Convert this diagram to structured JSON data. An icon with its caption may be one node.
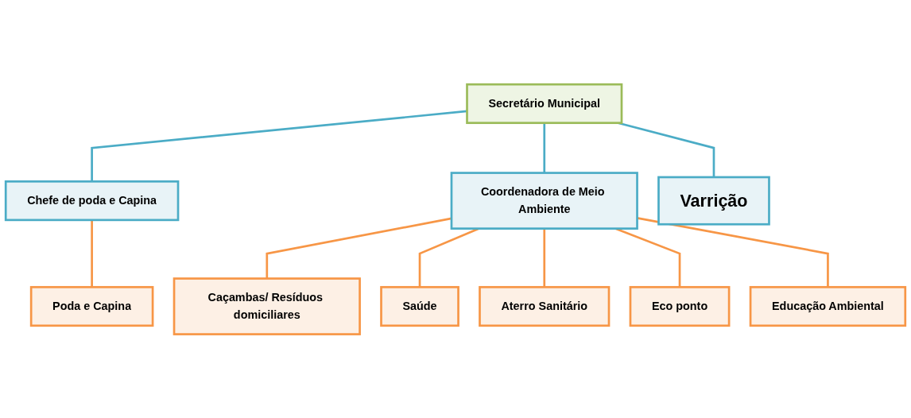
{
  "diagram": {
    "nodes": [
      {
        "text": [
          "Secretário Municipal"
        ]
      },
      {
        "text": [
          "Chefe de poda e Capina"
        ]
      },
      {
        "text": [
          "Coordenadora de Meio Ambiente"
        ]
      },
      {
        "text": [
          "Varrição"
        ]
      },
      {
        "text": [
          "Poda e Capina"
        ]
      },
      {
        "text": [
          "Caçambas/ Resíduos domiciliares"
        ]
      },
      {
        "text": [
          "Saúde"
        ]
      },
      {
        "text": [
          "Aterro Sanitário"
        ]
      },
      {
        "text": [
          "Eco ponto"
        ]
      },
      {
        "text": [
          "Educação Ambiental"
        ]
      }
    ],
    "edges": [
      {
        "from": 0,
        "to": 1,
        "arrow": "none",
        "color": "#4bacc6"
      },
      {
        "from": 0,
        "to": 2,
        "arrow": "none",
        "color": "#4bacc6"
      },
      {
        "from": 0,
        "to": 3,
        "arrow": "none",
        "color": "#4bacc6"
      },
      {
        "from": 1,
        "to": 4,
        "arrow": "none"
      },
      {
        "from": 2,
        "to": 5,
        "arrow": "none"
      },
      {
        "from": 2,
        "to": 6,
        "arrow": "none"
      },
      {
        "from": 2,
        "to": 7,
        "arrow": "none"
      },
      {
        "from": 2,
        "to": 8,
        "arrow": "none"
      },
      {
        "from": 2,
        "to": 9,
        "arrow": "none"
      }
    ]
  }
}
